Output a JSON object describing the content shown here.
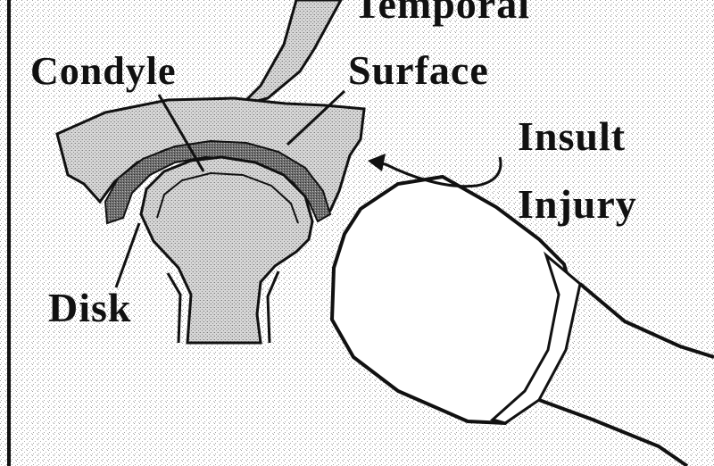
{
  "labels": {
    "temporal": "Temporal",
    "surface": "Surface",
    "condyle": "Condyle",
    "insult": "Insult",
    "injury": "Injury",
    "disk": "Disk"
  },
  "colors": {
    "ink": "#111111",
    "bone": "#d9d9d9",
    "condyle_fill": "#cfcfcf",
    "disk_fill": "#8a8a8a",
    "instrument": "#ffffff"
  }
}
